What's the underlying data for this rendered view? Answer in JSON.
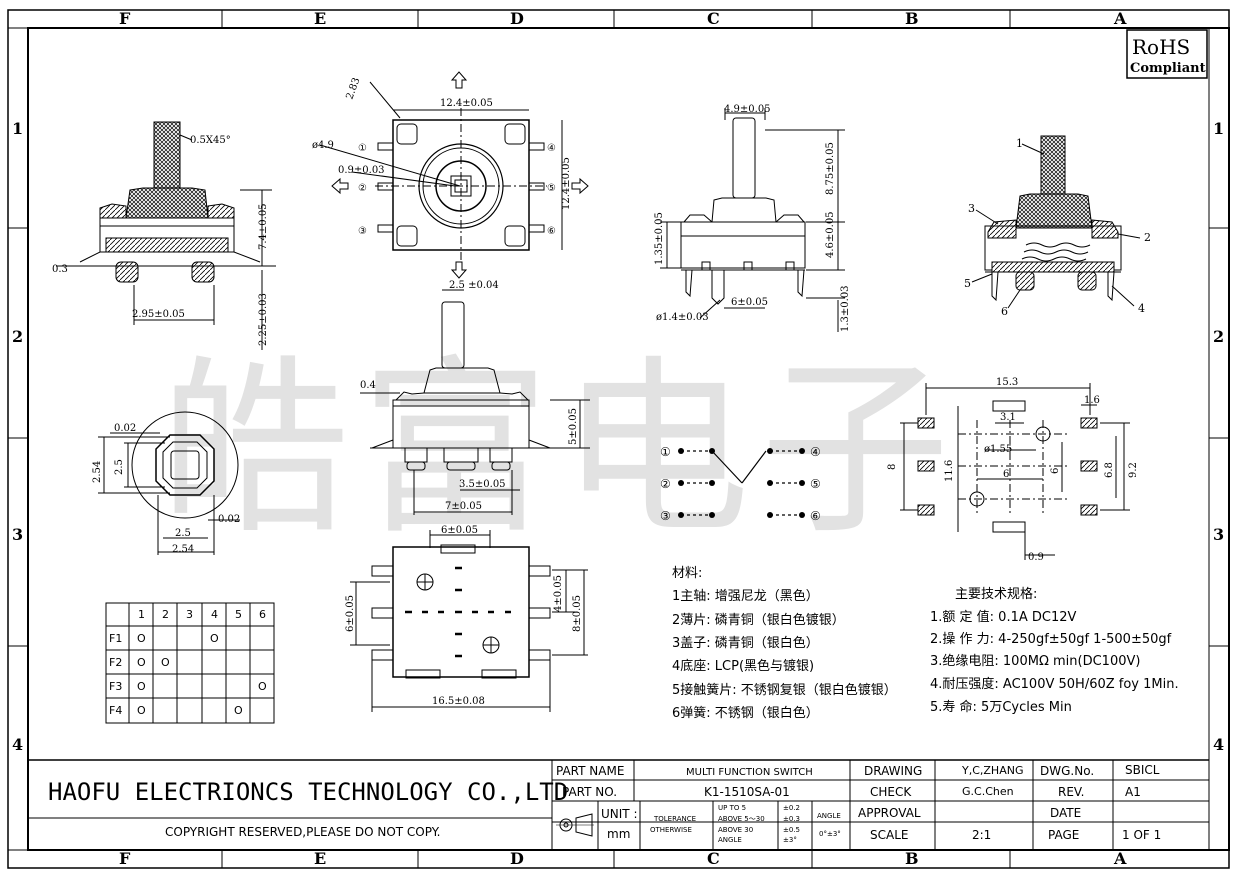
{
  "frame": {
    "columns": [
      "F",
      "E",
      "D",
      "C",
      "B",
      "A"
    ],
    "rows": [
      "1",
      "2",
      "3",
      "4"
    ]
  },
  "rohs": {
    "line1": "RoHS",
    "line2": "Compliant"
  },
  "watermark": "皓富电子",
  "dims": {
    "chamfer": "0.5X45°",
    "side_h": "7.4±0.05",
    "side_t": "0.3",
    "side_w": "2.95±0.05",
    "side_h2": "2.25±0.03",
    "top_w": "12.4±0.05",
    "top_ang": "2.83",
    "top_dia": "ø4.9",
    "top_sq": "0.9±0.03",
    "top_h": "12.4±0.05",
    "shaft_w": "4.9±0.05",
    "shaft_h": "8.75±0.05",
    "body_h": "4.6±0.05",
    "lead_h1": "1.35±0.05",
    "lead_dia": "ø1.4±0.03",
    "lead_p": "6±0.05",
    "lead_h2": "1.3±0.03",
    "fr_shaft": "2.5 ±0.04",
    "fr_t": "0.4",
    "fr_h": "5±0.05",
    "fr_p": "3.5±0.05",
    "fr_w": "7±0.05",
    "knob_t": "0.02",
    "knob_h1": "2.54",
    "knob_h2": "2.5",
    "knob_w1": "2.5",
    "knob_w2": "2.54",
    "knob_t2": "0.02",
    "bot_w1": "6±0.05",
    "bot_h1": "6±0.05",
    "bot_h2": "4±0.05",
    "bot_h3": "8±0.05",
    "bot_w2": "16.5±0.08",
    "pcb_w": "15.3",
    "pcb_p": "1.6",
    "pcb_w2": "3.1",
    "pcb_dia": "ø1.55",
    "pcb_h1": "8",
    "pcb_h2": "11.6",
    "pcb_p2": "6",
    "pcb_p3": "6",
    "pcb_h3": "6.8",
    "pcb_h4": "9.2",
    "pcb_t": "0.9"
  },
  "callouts": [
    "1",
    "2",
    "3",
    "4",
    "5",
    "6"
  ],
  "terminals": [
    "①",
    "②",
    "③",
    "④",
    "⑤",
    "⑥"
  ],
  "truth_table": {
    "cols": [
      "1",
      "2",
      "3",
      "4",
      "5",
      "6"
    ],
    "rows": [
      {
        "label": "F1",
        "cells": [
          "O",
          "",
          "",
          "O",
          "",
          ""
        ]
      },
      {
        "label": "F2",
        "cells": [
          "O",
          "O",
          "",
          "",
          "",
          ""
        ]
      },
      {
        "label": "F3",
        "cells": [
          "O",
          "",
          "",
          "",
          "",
          "O"
        ]
      },
      {
        "label": "F4",
        "cells": [
          "O",
          "",
          "",
          "",
          "O",
          ""
        ]
      }
    ]
  },
  "materials": {
    "title": "材料:",
    "items": [
      "1主轴: 增强尼龙（黑色）",
      "2薄片: 磷青铜（银白色镀银）",
      "3盖子: 磷青铜（银白色）",
      "4底座: LCP(黑色与镀银)",
      "5接触簧片: 不锈钢复银（银白色镀银）",
      "6弹簧: 不锈钢（银白色）"
    ]
  },
  "specs": {
    "title": "主要技术规格:",
    "items": [
      "1.额 定 值: 0.1A DC12V",
      "2.操 作 力: 4-250gf±50gf 1-500±50gf",
      "3.绝缘电阻: 100MΩ min(DC100V)",
      "4.耐压强度: AC100V 50H/60Z foy 1Min.",
      "5.寿    命: 5万Cycles Min"
    ]
  },
  "title_block": {
    "company": "HAOFU ELECTRIONCS TECHNOLOGY CO.,LTD",
    "copyright": "COPYRIGHT RESERVED,PLEASE DO NOT COPY.",
    "part_name_label": "PART NAME",
    "part_name": "MULTI FUNCTION SWITCH",
    "part_no_label": "PART NO.",
    "part_no": "K1-1510SA-01",
    "unit_label": "UNIT :",
    "unit": "mm",
    "tolerance1": "TOLERANCE",
    "tolerance2": "OTHERWISE",
    "tol_rows": [
      "UP TO 5",
      "ABOVE 5～30",
      "ABOVE 30"
    ],
    "tol_vals": [
      "±0.2",
      "±0.3",
      "±0.5"
    ],
    "angle_row": "ANGLE",
    "angle_val": "±3°",
    "angle_label": "ANGLE",
    "angle_tol": "0°±3°",
    "drawing_label": "DRAWING",
    "drawing": "Y,C,ZHANG",
    "check_label": "CHECK",
    "check": "G.C.Chen",
    "approval_label": "APPROVAL",
    "scale_label": "SCALE",
    "scale": "2:1",
    "dwg_label": "DWG.No.",
    "dwg": "SBICL",
    "rev_label": "REV.",
    "rev": "A1",
    "date_label": "DATE",
    "page_label": "PAGE",
    "page": "1 OF 1"
  }
}
